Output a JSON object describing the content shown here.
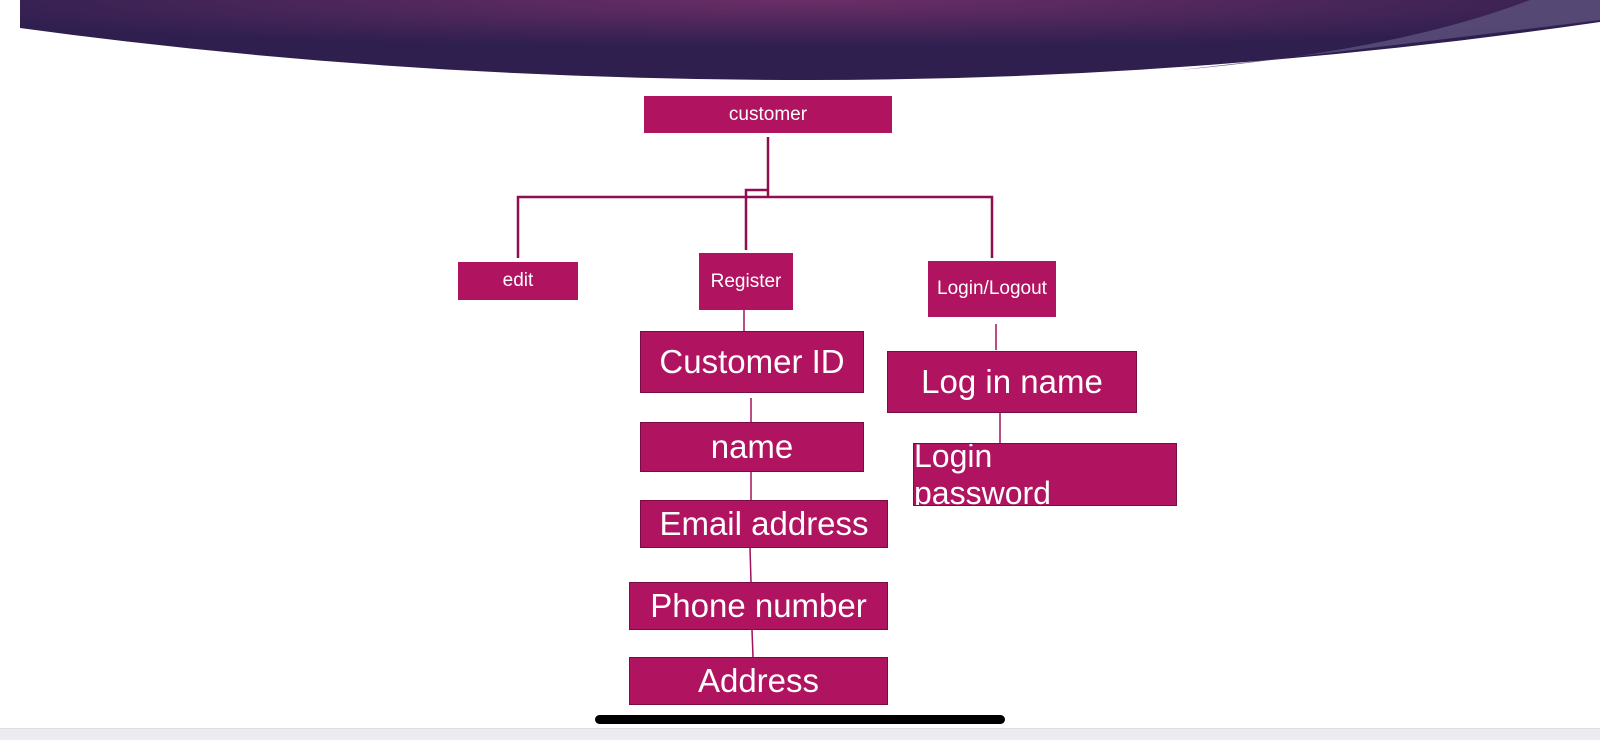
{
  "colors": {
    "node_fill": "#b0135f",
    "node_border": "#7a0c44",
    "connector": "#8e0e4e",
    "banner_dark": "#2e1f4f",
    "banner_mid": "#6b2e66",
    "node_text": "#ffffff"
  },
  "diagram": {
    "root": {
      "label": "customer"
    },
    "children": {
      "edit": {
        "label": "edit"
      },
      "register": {
        "label": "Register"
      },
      "login_logout": {
        "label": "Login/Logout"
      }
    },
    "register_fields": {
      "customer_id": "Customer ID",
      "name": "name",
      "email": "Email address",
      "phone": "Phone number",
      "address": "Address"
    },
    "login_fields": {
      "login_name": "Log in name",
      "login_password_line1": "Login",
      "login_password_line2": "password"
    }
  }
}
